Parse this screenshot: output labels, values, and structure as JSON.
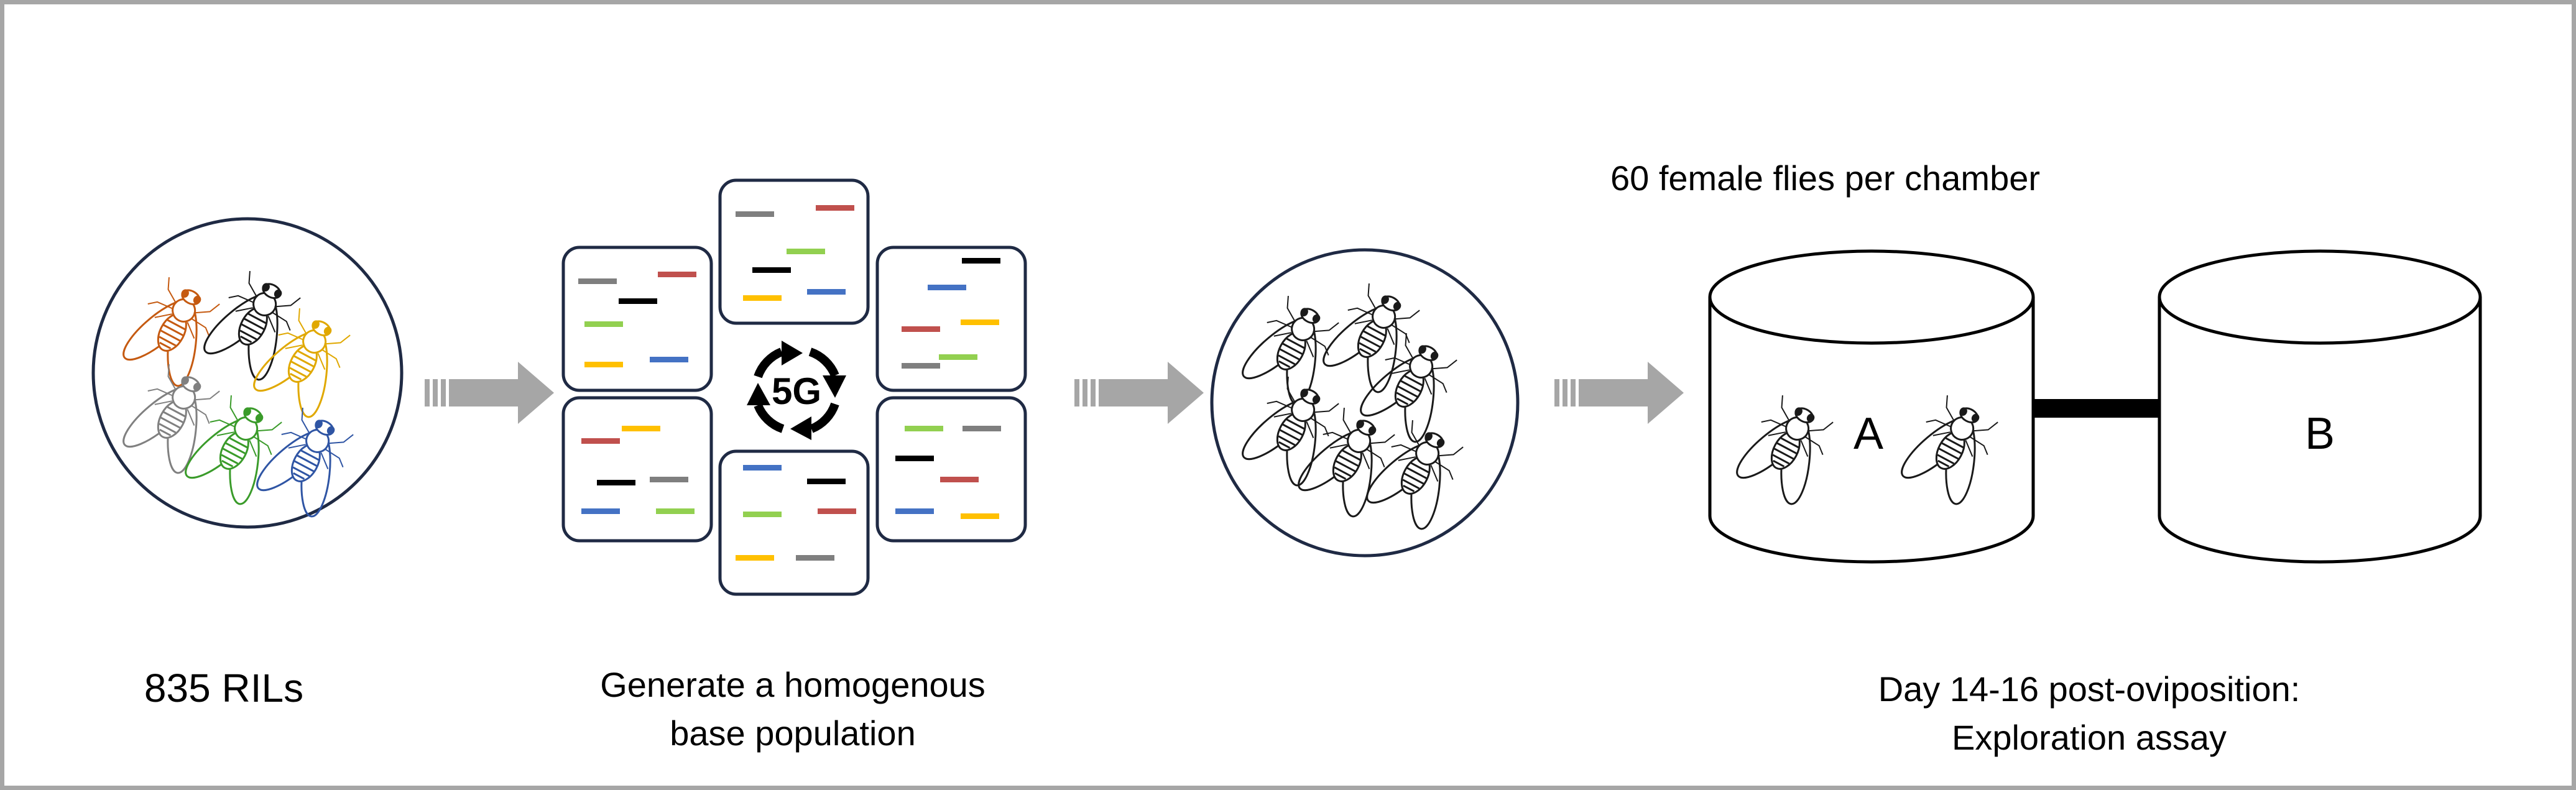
{
  "labels": {
    "rils": "835 RILs",
    "base_line1": "Generate a homogenous",
    "base_line2": "base population",
    "chamber": "60 female flies per chamber",
    "assay_line1": "Day 14-16 post-oviposition:",
    "assay_line2": "Exploration assay",
    "generations": "5G",
    "chamber_a": "A",
    "chamber_b": "B"
  },
  "colors": {
    "frame": "#a6a6a6",
    "arrow": "#a6a6a6",
    "box_border": "#1f2a44",
    "bar_black": "#000000",
    "bar_red": "#c0504d",
    "bar_green": "#92d050",
    "bar_blue": "#4472c4",
    "bar_yellow": "#ffc000",
    "bar_grey": "#7f7f7f",
    "fly_orange": "#c55a11",
    "fly_yellow": "#e0a800",
    "fly_green": "#3a9b2a",
    "fly_blue": "#2f55a4",
    "fly_grey": "#808080",
    "fly_black": "#1a1a1a"
  },
  "icons": [
    "fly-icon",
    "cycle-arrows-icon",
    "block-arrow-icon"
  ]
}
